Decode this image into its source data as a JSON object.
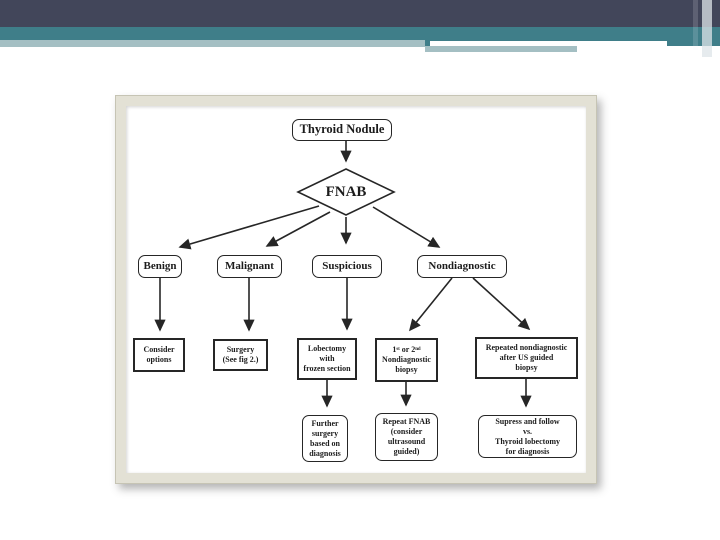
{
  "slide": {
    "header_colors": {
      "dark_bar": "#42465a",
      "teal_bar": "#3f7e89",
      "light_teal_bar": "#a4bfc3"
    }
  },
  "flowchart": {
    "nodes": {
      "thyroid_nodule": {
        "label": "Thyroid Nodule"
      },
      "fnab": {
        "label": "FNAB"
      },
      "benign": {
        "label": "Benign"
      },
      "malignant": {
        "label": "Malignant"
      },
      "suspicious": {
        "label": "Suspicious"
      },
      "nondiagnostic": {
        "label": "Nondiagnostic"
      },
      "consider_options": {
        "label": "Consider\noptions"
      },
      "surgery": {
        "label": "Surgery\n(See fig 2.)"
      },
      "lobectomy": {
        "label": "Lobectomy\nwith\nfrozen section"
      },
      "first_second_biopsy": {
        "label": "1ˢᵗ or 2ⁿᵈ\nNondiagnostic\nbiopsy"
      },
      "repeated_nondiagnostic": {
        "label": "Repeated nondiagnostic\nafter US guided\nbiopsy"
      },
      "further_surgery": {
        "label": "Further\nsurgery\nbased on\ndiagnosis"
      },
      "repeat_fnab": {
        "label": "Repeat FNAB\n(consider\nultrasound\nguided)"
      },
      "supress_follow": {
        "label": "Supress and follow\nvs.\nThyroid lobectomy\nfor diagnosis"
      }
    },
    "edges": [
      {
        "from": "thyroid_nodule",
        "to": "fnab"
      },
      {
        "from": "fnab",
        "to": "benign"
      },
      {
        "from": "fnab",
        "to": "malignant"
      },
      {
        "from": "fnab",
        "to": "suspicious"
      },
      {
        "from": "fnab",
        "to": "nondiagnostic"
      },
      {
        "from": "benign",
        "to": "consider_options"
      },
      {
        "from": "malignant",
        "to": "surgery"
      },
      {
        "from": "suspicious",
        "to": "lobectomy"
      },
      {
        "from": "nondiagnostic",
        "to": "first_second_biopsy"
      },
      {
        "from": "nondiagnostic",
        "to": "repeated_nondiagnostic"
      },
      {
        "from": "lobectomy",
        "to": "further_surgery"
      },
      {
        "from": "first_second_biopsy",
        "to": "repeat_fnab"
      },
      {
        "from": "repeated_nondiagnostic",
        "to": "supress_follow"
      }
    ]
  }
}
